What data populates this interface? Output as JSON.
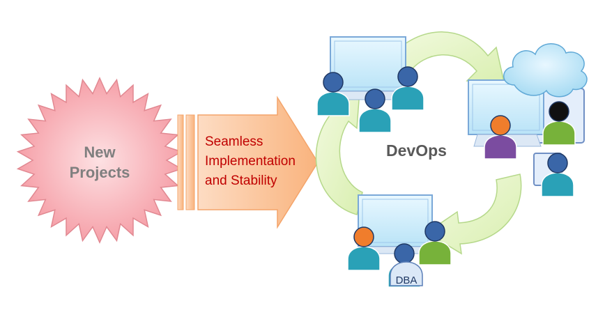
{
  "diagram": {
    "star_label": [
      "New",
      "Projects"
    ],
    "arrow_label": [
      "Seamless",
      "Implementation",
      "and Stability"
    ],
    "center_label": "DevOps",
    "dba_label": "DBA"
  },
  "colors": {
    "star_fill": "#f8b8bd",
    "star_stroke": "#d9828a",
    "arrow_fill": "#fbc9a2",
    "arrow_stroke": "#f4a46a",
    "cycle_arrow_fill": "#e8f5c8",
    "cycle_arrow_stroke": "#b5d88a",
    "monitor_fill": "#cfeefb",
    "monitor_stroke": "#7aa8d8",
    "person_teal": "#2aa1b7",
    "person_navy": "#3a66a8",
    "person_orange": "#f07d2c",
    "person_purple": "#7b4ca0",
    "person_green": "#77b23a",
    "person_black": "#111111",
    "cloud_fill": "#bfe6f8"
  }
}
